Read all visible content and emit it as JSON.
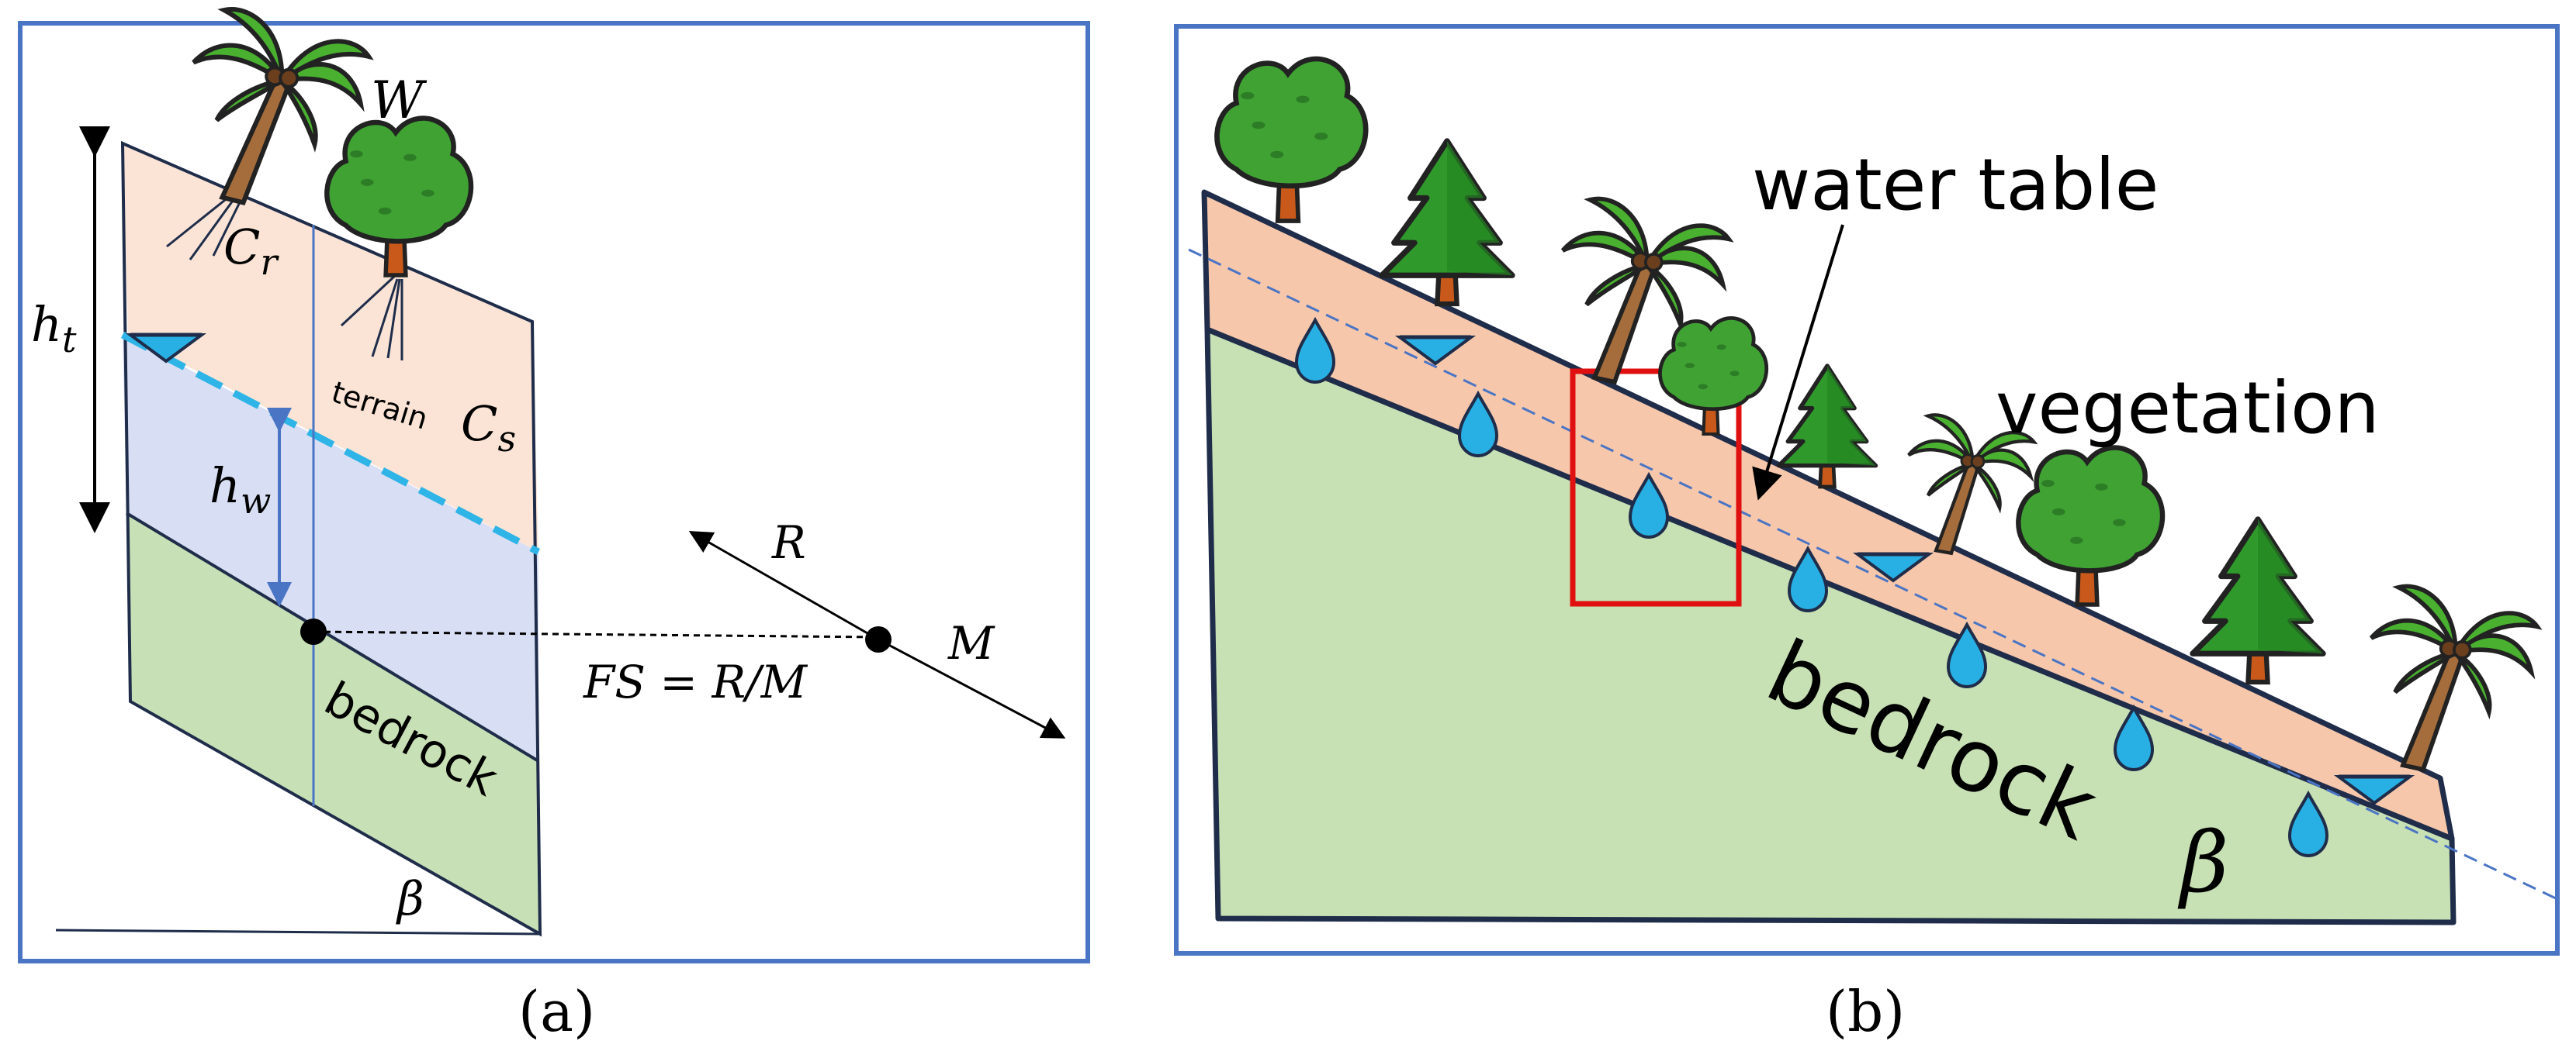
{
  "panel_a": {
    "caption": "(a)",
    "label_W": "W",
    "label_Cr_base": "C",
    "label_Cr_sub": "r",
    "label_Cs_base": "C",
    "label_Cs_sub": "s",
    "label_terrain": "terrain",
    "label_ht_base": "h",
    "label_ht_sub": "t",
    "label_hw_base": "h",
    "label_hw_sub": "w",
    "label_bedrock": "bedrock",
    "label_beta": "β",
    "label_R": "R",
    "label_M": "M",
    "label_FS": "FS = R/M"
  },
  "panel_b": {
    "caption": "(b)",
    "label_water_table": "water table",
    "label_vegetation": "vegetation",
    "label_bedrock": "bedrock",
    "label_beta": "β"
  },
  "colors": {
    "frame": "#4a74c4",
    "soil": "#f6c7ab",
    "soil_light": "#fbe4d6",
    "water_zone": "#d7def2",
    "bedrock": "#c7e0b4",
    "outline": "#1f2d4a",
    "water_line": "#2eb4e6",
    "drop": "#2eb4e6",
    "highlight": "#e01010",
    "tree_green": "#3aa435",
    "trunk": "#9c6b3a"
  }
}
